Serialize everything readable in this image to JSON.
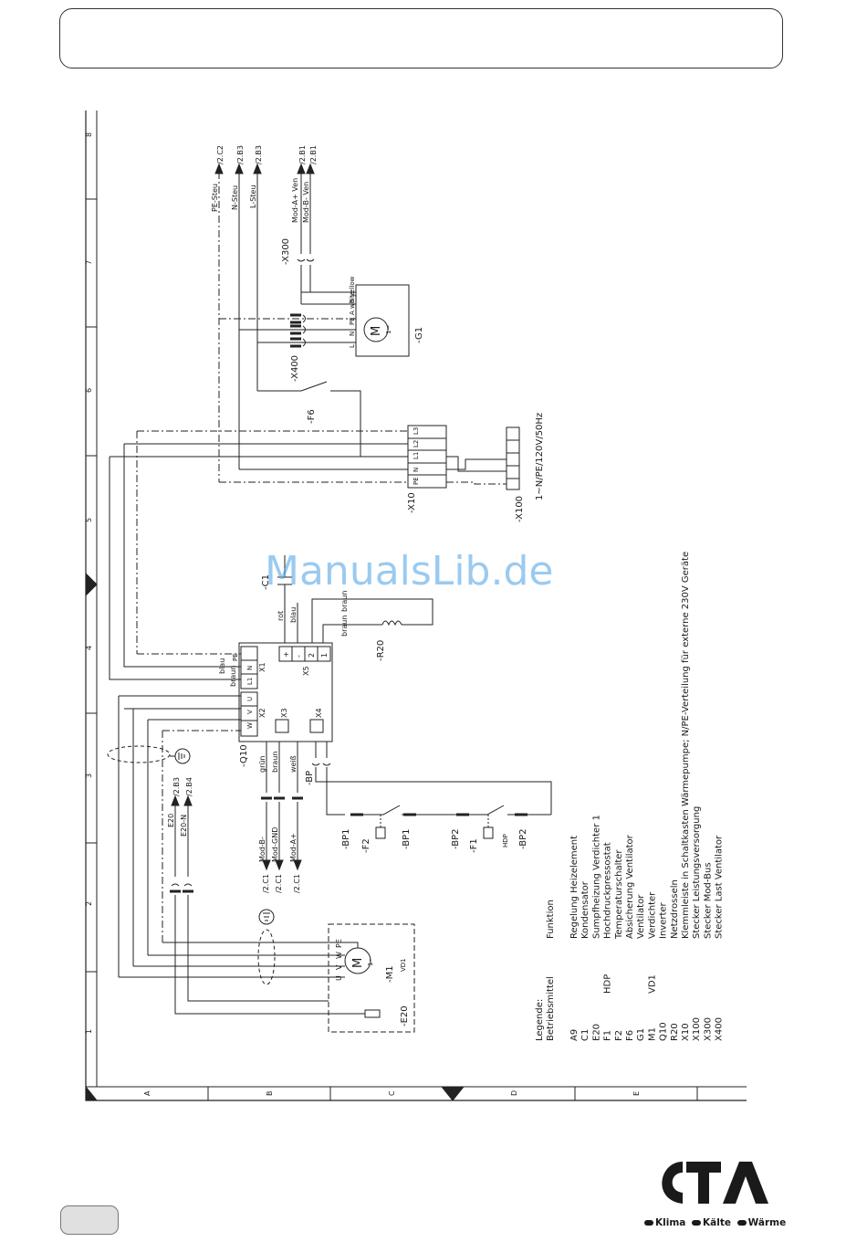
{
  "watermark": "ManualsLib.de",
  "logo": {
    "letters": "CTA",
    "tagline": [
      "Klima",
      "Kälte",
      "Wärme"
    ]
  },
  "frame": {
    "columns": [
      "1",
      "2",
      "3",
      "4",
      "5",
      "6",
      "7",
      "8"
    ],
    "rows": [
      "A",
      "B",
      "C",
      "D",
      "E"
    ]
  },
  "components": {
    "x10": "-X10",
    "x100": "-X100",
    "supply": "1~N/PE/120V/50Hz",
    "x10_terminals": [
      "PE",
      "N",
      "L1",
      "L2",
      "L3"
    ],
    "f6": "-F6",
    "x400": "-X400",
    "g1": "-G1",
    "x300": "-X300",
    "c1": "-C1",
    "r20": "-R20",
    "x5": "X5",
    "x1": "X1",
    "x2": "X2",
    "x3": "X3",
    "x4": "X4",
    "q10": "-Q10",
    "bp": "-BP",
    "bp1_a": "-BP1",
    "bp1_b": "-BP1",
    "bp2_a": "-BP2",
    "bp2_b": "-BP2",
    "f1": "-F1",
    "f2": "-F2",
    "hdp": "HDP",
    "m1": "-M1",
    "vd1": "VD1",
    "e20": "-E20",
    "motor": "M",
    "motor_phase": "1~"
  },
  "wires": {
    "pe_steu": "PE-Steu",
    "n_steu": "N-Steu",
    "l_steu": "L-Steu",
    "pe_steu_ref": "/2.C2",
    "n_steu_ref": "/2.B3",
    "l_steu_ref": "/2.B3",
    "mod_a_ven": "Mod-A+ Ven",
    "mod_b_ven": "Mod-B- Ven",
    "mod_a_ven_ref": "/2.B1",
    "mod_b_ven_ref": "/2.B1",
    "g1_pins": [
      "B yellow",
      "A white",
      "PE",
      "N",
      "L"
    ],
    "rot": "rot",
    "blau_c1": "blau",
    "braun_r20_top": "braun",
    "braun_r20_bottom": "braun",
    "x1_pe": "PE",
    "x1_l1": "L1",
    "x1_n": "N",
    "blau_x1": "blau",
    "braun_x1": "braun",
    "x2_pins": [
      "U",
      "V",
      "W"
    ],
    "x5_pins": [
      "+",
      "-",
      "2",
      "1"
    ],
    "mod_b": "Mod-B-",
    "mod_gnd": "Mod-GND",
    "mod_a": "Mod-A+",
    "mod_refs": [
      "/2.C1",
      "/2.C1",
      "/2.C1"
    ],
    "gruen": "grün",
    "braun_x3": "braun",
    "weiss": "weiß",
    "e20_l": "E20",
    "e20_n": "E20-N",
    "e20_refs": [
      "/2.B3",
      "/2.B4"
    ],
    "m1_pins": [
      "U",
      "V",
      "W",
      "PE"
    ]
  },
  "legend": {
    "title": "Legende:",
    "col_item": "Betriebsmittel",
    "col_func": "Funktion",
    "rows": [
      {
        "item": "A9",
        "tag": "",
        "func": "Regelung Heizelement"
      },
      {
        "item": "C1",
        "tag": "",
        "func": "Kondensator"
      },
      {
        "item": "E20",
        "tag": "",
        "func": "Sumpfheizung Verdichter 1"
      },
      {
        "item": "F1",
        "tag": "HDP",
        "func": "Hochdruckpressostat"
      },
      {
        "item": "F2",
        "tag": "",
        "func": "Temperaturschalter"
      },
      {
        "item": "F6",
        "tag": "",
        "func": "Absicherung Ventilator"
      },
      {
        "item": "G1",
        "tag": "",
        "func": "Ventilator"
      },
      {
        "item": "M1",
        "tag": "VD1",
        "func": "Verdichter"
      },
      {
        "item": "Q10",
        "tag": "",
        "func": "Inverter"
      },
      {
        "item": "R20",
        "tag": "",
        "func": "Netzdrosseln"
      },
      {
        "item": "X10",
        "tag": "",
        "func": "Klemmleiste in Schaltkasten Wärmepumpe; N/PE-Verteilung für externe 230V Geräte"
      },
      {
        "item": "X100",
        "tag": "",
        "func": "Stecker Leistungsversorgung"
      },
      {
        "item": "X300",
        "tag": "",
        "func": "Stecker Mod-Bus"
      },
      {
        "item": "X400",
        "tag": "",
        "func": "Stecker Last Ventilator"
      }
    ]
  }
}
